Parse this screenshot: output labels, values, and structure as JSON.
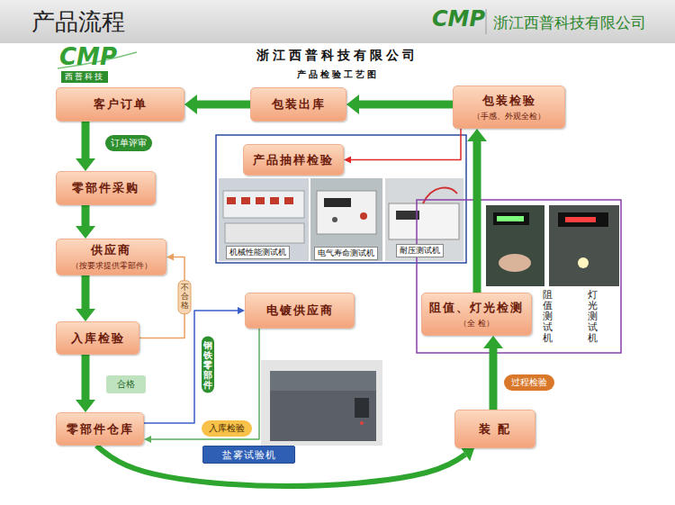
{
  "diagram": {
    "title": "产品流程",
    "nodes": [
      {
        "text": [
          "客户订单"
        ]
      },
      {
        "text": [
          "包装出库"
        ]
      },
      {
        "text": [
          "包装检验",
          "（手感、外观全检）"
        ]
      },
      {
        "text": [
          "零部件采购"
        ]
      },
      {
        "text": [
          "产品抽样检验"
        ]
      },
      {
        "text": [
          "供应商",
          "（按要求提供零部件）"
        ]
      },
      {
        "text": [
          "电镀供应商"
        ]
      },
      {
        "text": [
          "阻值、灯光检测",
          "（全 检）"
        ]
      },
      {
        "text": [
          "入库检验"
        ]
      },
      {
        "text": [
          "零部件仓库"
        ]
      },
      {
        "text": [
          "装 配"
        ]
      },
      {
        "text": [
          "盐雾试验机"
        ]
      }
    ],
    "edges": [
      {
        "from": 2,
        "to": 1,
        "arrow": "to"
      },
      {
        "from": 1,
        "to": 0,
        "arrow": "to"
      },
      {
        "from": 0,
        "to": 3,
        "arrow": "to",
        "label": "订单评审"
      },
      {
        "from": 3,
        "to": 5,
        "arrow": "to"
      },
      {
        "from": 5,
        "to": 8,
        "arrow": "to"
      },
      {
        "from": 8,
        "to": 5,
        "arrow": "to",
        "label": "不合格"
      },
      {
        "from": 8,
        "to": 9,
        "arrow": "to",
        "label": "合格"
      },
      {
        "from": 9,
        "to": 6,
        "arrow": "to",
        "label": "钢铁零部件"
      },
      {
        "from": 6,
        "to": 9,
        "arrow": "to",
        "label": "入库检验"
      },
      {
        "from": 9,
        "to": 10,
        "arrow": "to"
      },
      {
        "from": 10,
        "to": 7,
        "arrow": "to",
        "label": "过程检验"
      },
      {
        "from": 7,
        "to": 2,
        "arrow": "to"
      },
      {
        "from": 2,
        "to": 4,
        "arrow": "to"
      }
    ],
    "labels": [
      "CMP",
      "浙江西普科技有限公司",
      "CMP",
      "西普科技",
      "浙江西普科技有限公司",
      "产品检验工艺图",
      "机械性能测试机",
      "电气寿命测试机",
      "耐压测试机",
      "阻值测试机",
      "灯光测试机"
    ]
  }
}
